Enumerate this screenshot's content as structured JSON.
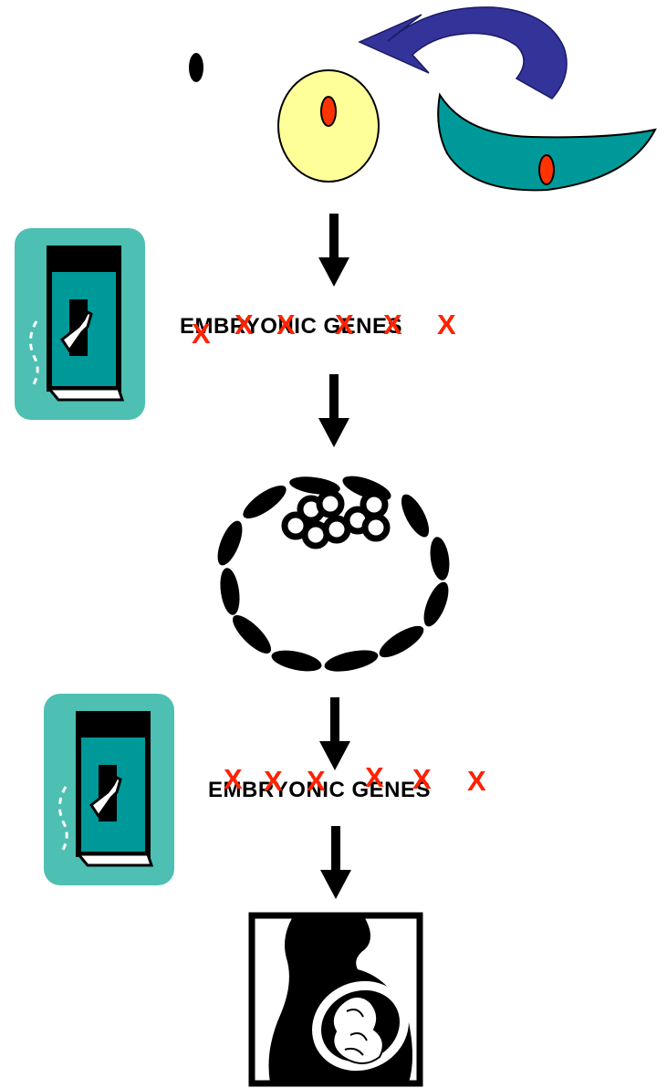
{
  "labels": {
    "genes_1": "EMBRYONIC GENES",
    "genes_2": "EMBRYONIC GENES",
    "mark": "X"
  },
  "colors": {
    "egg_fill": "#ffff99",
    "nucleus": "#ff3300",
    "somatic_cell": "#009999",
    "arrow_curve": "#333399",
    "switch_bg": "#4dbfb3",
    "switch_panel": "#009999",
    "x_mark": "#ff2200"
  },
  "icons": [
    "curved-transfer-arrow-icon",
    "light-switch-icon",
    "pregnant-woman-icon"
  ]
}
